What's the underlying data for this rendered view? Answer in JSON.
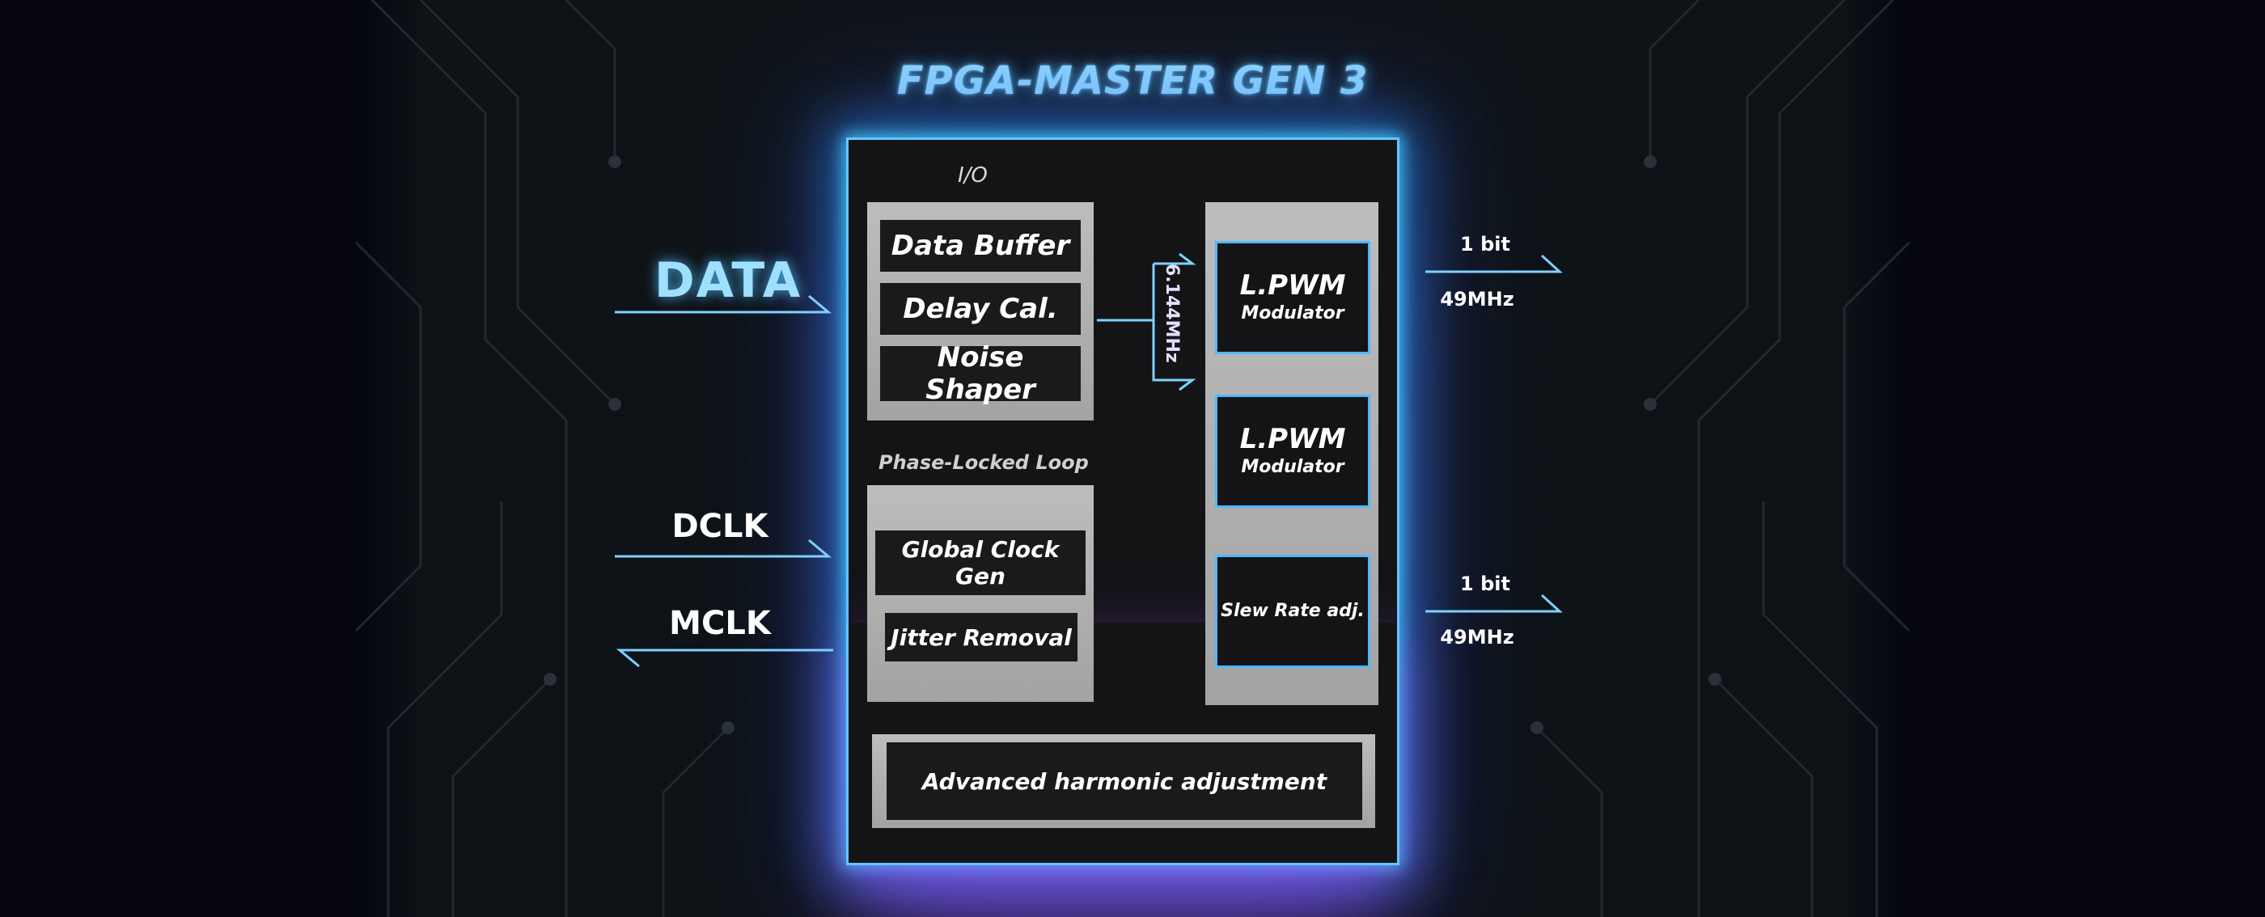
{
  "title": "FPGA-MASTER GEN 3",
  "inputs": {
    "data": "DATA",
    "dclk": "DCLK",
    "mclk": "MCLK"
  },
  "io": {
    "label": "I/O",
    "blocks": [
      "Data Buffer",
      "Delay Cal.",
      "Noise Shaper"
    ]
  },
  "pll": {
    "label": "Phase-Locked Loop",
    "blocks": [
      "Global Clock Gen",
      "Jitter Removal"
    ]
  },
  "link_frequency": "6.144MHz",
  "modulators": [
    {
      "title": "L.PWM",
      "subtitle": "Modulator"
    },
    {
      "title": "L.PWM",
      "subtitle": "Modulator"
    }
  ],
  "slew": "Slew Rate adj.",
  "harmonic": "Advanced harmonic adjustment",
  "outputs": [
    {
      "bits": "1 bit",
      "freq": "49MHz"
    },
    {
      "bits": "1 bit",
      "freq": "49MHz"
    }
  ],
  "colors": {
    "glow_cyan": "#5fc8ff",
    "glow_purple": "#a050ff",
    "block_fill": "#1a1a1c",
    "panel_fill": "#b5b5b5"
  }
}
